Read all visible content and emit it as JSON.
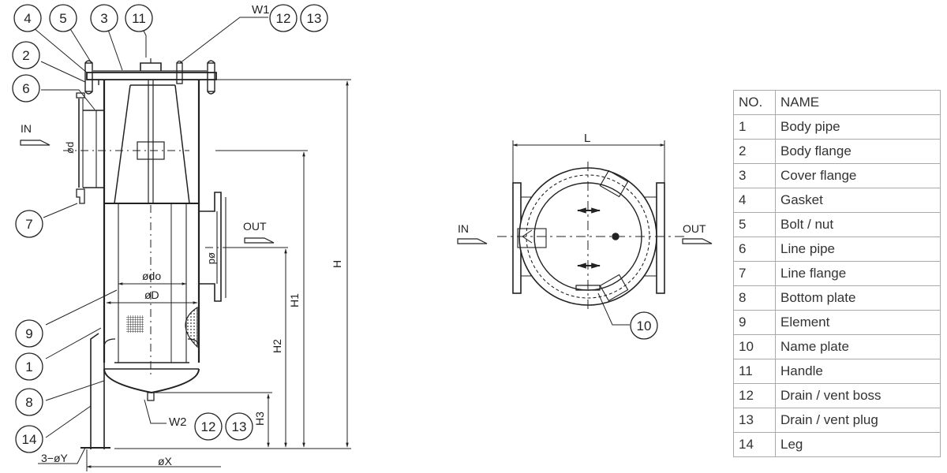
{
  "drawing": {
    "side_view": {
      "balloons": {
        "b4": "4",
        "b5": "5",
        "b3": "3",
        "b11": "11",
        "b12_top": "12",
        "b13_top": "13",
        "b2": "2",
        "b6": "6",
        "b7": "7",
        "b9": "9",
        "b1": "1",
        "b8": "8",
        "b14": "14",
        "b12_bot": "12",
        "b13_bot": "13"
      },
      "labels": {
        "w1": "W1",
        "w2": "W2",
        "in": "IN",
        "out": "OUT",
        "inlet_dia": "ød",
        "outlet_dia": "ød",
        "element_dia": "ødo",
        "body_dia": "øD",
        "height_total": "H",
        "height_h1": "H1",
        "height_h2": "H2",
        "height_h3": "H3",
        "leg_holes": "3−øY",
        "leg_pcd": "øX"
      }
    },
    "top_view": {
      "labels": {
        "length": "L",
        "in": "IN",
        "out": "OUT"
      },
      "balloons": {
        "b10": "10"
      }
    }
  },
  "parts_table": {
    "headers": {
      "no": "NO.",
      "name": "NAME"
    },
    "rows": [
      {
        "no": "1",
        "name": "Body pipe"
      },
      {
        "no": "2",
        "name": "Body flange"
      },
      {
        "no": "3",
        "name": "Cover flange"
      },
      {
        "no": "4",
        "name": "Gasket"
      },
      {
        "no": "5",
        "name": "Bolt / nut"
      },
      {
        "no": "6",
        "name": "Line pipe"
      },
      {
        "no": "7",
        "name": "Line flange"
      },
      {
        "no": "8",
        "name": "Bottom plate"
      },
      {
        "no": "9",
        "name": "Element"
      },
      {
        "no": "10",
        "name": "Name plate"
      },
      {
        "no": "11",
        "name": "Handle"
      },
      {
        "no": "12",
        "name": "Drain / vent boss"
      },
      {
        "no": "13",
        "name": "Drain / vent plug"
      },
      {
        "no": "14",
        "name": "Leg"
      }
    ]
  }
}
